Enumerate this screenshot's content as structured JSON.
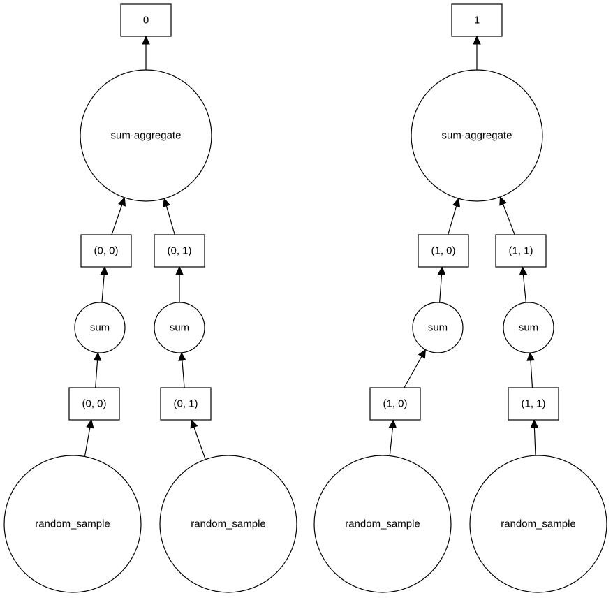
{
  "graph": {
    "nodes": [
      {
        "id": "out0",
        "label": "0",
        "shape": "box"
      },
      {
        "id": "agg0",
        "label": "sum-aggregate",
        "shape": "circle"
      },
      {
        "id": "k00a",
        "label": "(0, 0)",
        "shape": "box"
      },
      {
        "id": "k01a",
        "label": "(0, 1)",
        "shape": "box"
      },
      {
        "id": "sum00",
        "label": "sum",
        "shape": "circle"
      },
      {
        "id": "sum01",
        "label": "sum",
        "shape": "circle"
      },
      {
        "id": "k00b",
        "label": "(0, 0)",
        "shape": "box"
      },
      {
        "id": "k01b",
        "label": "(0, 1)",
        "shape": "box"
      },
      {
        "id": "rs00",
        "label": "random_sample",
        "shape": "circle"
      },
      {
        "id": "rs01",
        "label": "random_sample",
        "shape": "circle"
      },
      {
        "id": "out1",
        "label": "1",
        "shape": "box"
      },
      {
        "id": "agg1",
        "label": "sum-aggregate",
        "shape": "circle"
      },
      {
        "id": "k10a",
        "label": "(1, 0)",
        "shape": "box"
      },
      {
        "id": "k11a",
        "label": "(1, 1)",
        "shape": "box"
      },
      {
        "id": "sum10",
        "label": "sum",
        "shape": "circle"
      },
      {
        "id": "sum11",
        "label": "sum",
        "shape": "circle"
      },
      {
        "id": "k10b",
        "label": "(1, 0)",
        "shape": "box"
      },
      {
        "id": "k11b",
        "label": "(1, 1)",
        "shape": "box"
      },
      {
        "id": "rs10",
        "label": "random_sample",
        "shape": "circle"
      },
      {
        "id": "rs11",
        "label": "random_sample",
        "shape": "circle"
      }
    ],
    "edges": [
      {
        "from": "agg0",
        "to": "out0"
      },
      {
        "from": "k00a",
        "to": "agg0"
      },
      {
        "from": "k01a",
        "to": "agg0"
      },
      {
        "from": "sum00",
        "to": "k00a"
      },
      {
        "from": "sum01",
        "to": "k01a"
      },
      {
        "from": "k00b",
        "to": "sum00"
      },
      {
        "from": "k01b",
        "to": "sum01"
      },
      {
        "from": "rs00",
        "to": "k00b"
      },
      {
        "from": "rs01",
        "to": "k01b"
      },
      {
        "from": "agg1",
        "to": "out1"
      },
      {
        "from": "k10a",
        "to": "agg1"
      },
      {
        "from": "k11a",
        "to": "agg1"
      },
      {
        "from": "sum10",
        "to": "k10a"
      },
      {
        "from": "sum11",
        "to": "k11a"
      },
      {
        "from": "k10b",
        "to": "sum10"
      },
      {
        "from": "k11b",
        "to": "sum11"
      },
      {
        "from": "rs10",
        "to": "k10b"
      },
      {
        "from": "rs11",
        "to": "k11b"
      }
    ]
  }
}
